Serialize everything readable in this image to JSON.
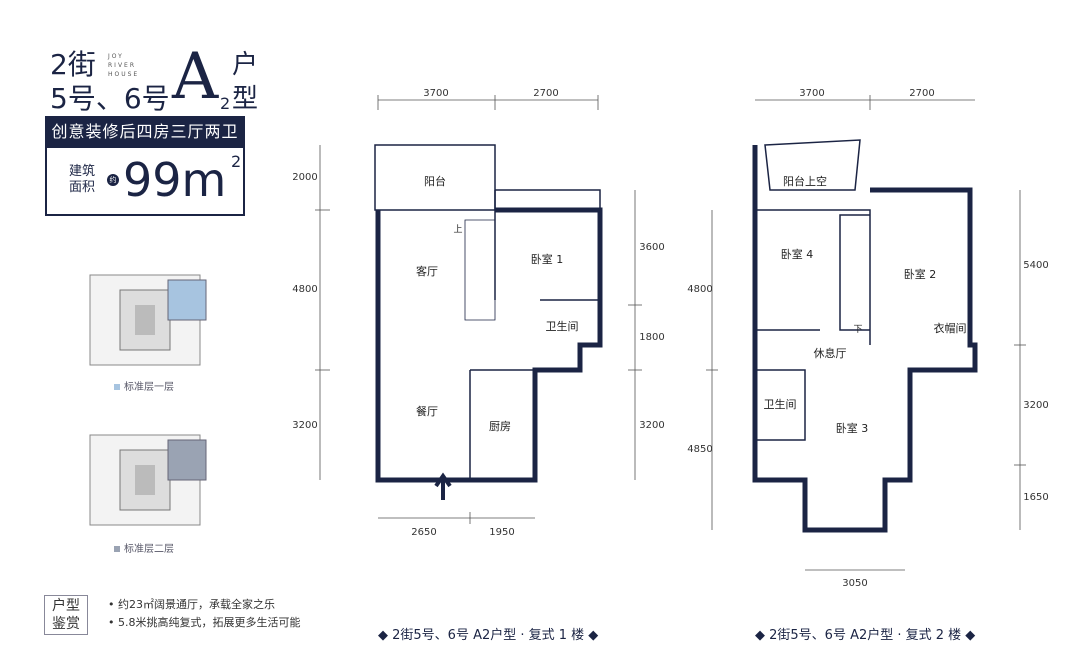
{
  "header": {
    "street": "2街",
    "units": "5号、6号",
    "letter": "A",
    "sub": "2",
    "hu": "户",
    "xing": "型",
    "brand": [
      "JOY",
      "RIVER",
      "HOUSE"
    ],
    "tagline": "创意装修后四房三厅两卫",
    "area_label": [
      "建筑",
      "面积"
    ],
    "approx": "约",
    "area_value": "99m",
    "area_unit_sup": "2"
  },
  "thumbnails": [
    {
      "caption": "标准层一层",
      "color": "#a7c4e0"
    },
    {
      "caption": "标准层二层",
      "color": "#9aa3b3"
    }
  ],
  "notes": {
    "box": [
      "户型",
      "鉴赏"
    ],
    "items": [
      "约23㎡阔景通厅，承载全家之乐",
      "5.8米挑高纯复式，拓展更多生活可能"
    ]
  },
  "plan1": {
    "caption": "◆ 2街5号、6号 A2户型 · 复式 1 楼 ◆",
    "top_dims": [
      "3700",
      "2700"
    ],
    "left_dims": [
      "2000",
      "4800",
      "3200"
    ],
    "right_dims": [
      "3600",
      "1800",
      "3200"
    ],
    "bottom_dims": [
      "2650",
      "1950"
    ],
    "rooms": {
      "balcony": "阳台",
      "living": "客厅",
      "bed1": "卧室 1",
      "bath": "卫生间",
      "dining": "餐厅",
      "kitchen": "厨房",
      "up": "上"
    }
  },
  "plan2": {
    "caption": "◆ 2街5号、6号 A2户型 · 复式 2 楼 ◆",
    "top_dims": [
      "3700",
      "2700"
    ],
    "left_dims": [
      "4800",
      "4850"
    ],
    "right_dims": [
      "5400",
      "3200",
      "1650"
    ],
    "bottom_dims": [
      "3050"
    ],
    "rooms": {
      "void": "阳台上空",
      "bed4": "卧室 4",
      "bed2": "卧室 2",
      "closet": "衣帽间",
      "lounge": "休息厅",
      "bath": "卫生间",
      "bed3": "卧室 3",
      "down": "下"
    }
  },
  "colors": {
    "navy": "#1b2444",
    "blue": "#a7c4e0"
  }
}
